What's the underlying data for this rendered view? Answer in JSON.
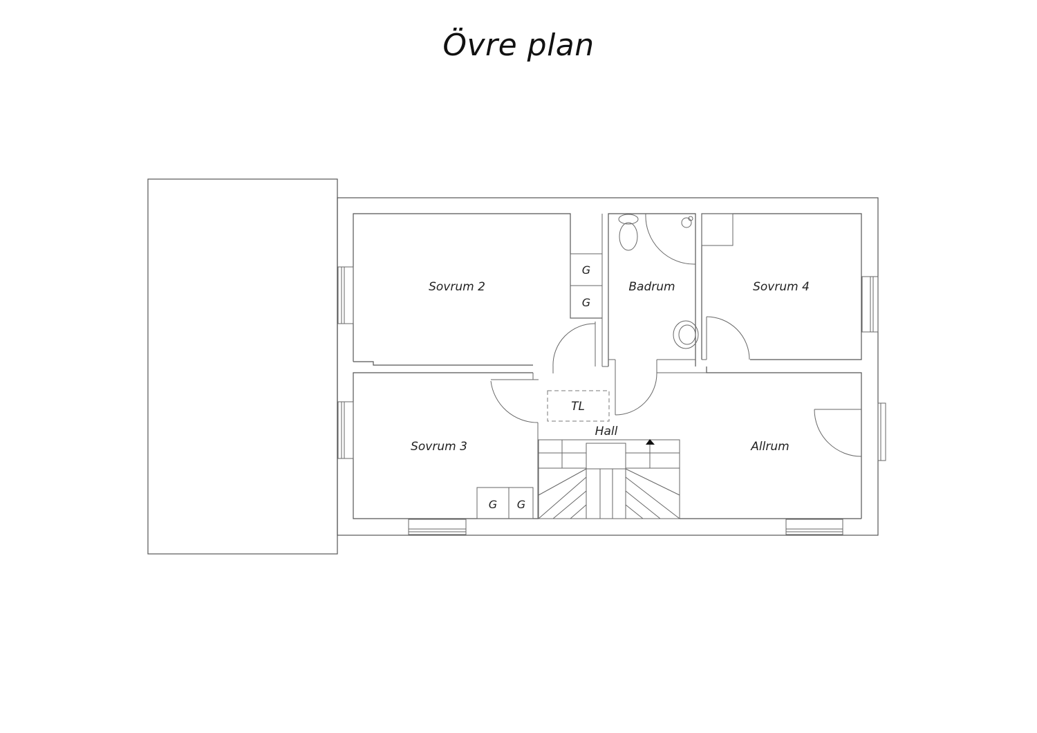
{
  "title": "Övre plan",
  "rooms": {
    "sovrum2": "Sovrum 2",
    "sovrum3": "Sovrum 3",
    "sovrum4": "Sovrum 4",
    "badrum": "Badrum",
    "allrum": "Allrum",
    "hall": "Hall"
  },
  "closet_label": "G",
  "linen_label": "TL"
}
